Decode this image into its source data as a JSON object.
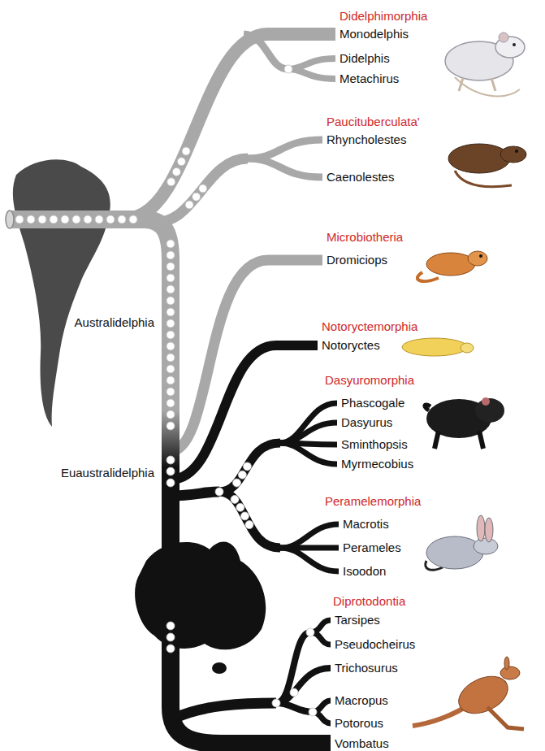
{
  "diagram": {
    "labels": [
      "Didelphimorphia",
      "Monodelphis",
      "Didelphis",
      "Metachirus",
      "Paucituberculata'",
      "Rhyncholestes",
      "Caenolestes",
      "Microbiotheria",
      "Dromiciops",
      "Australidelphia",
      "Notoryctemorphia",
      "Notoryctes",
      "Dasyuromorphia",
      "Phascogale",
      "Dasyurus",
      "Sminthopsis",
      "Myrmecobius",
      "Euaustralidelphia",
      "Peramelemorphia",
      "Macrotis",
      "Perameles",
      "Isoodon",
      "Diprotodontia",
      "Tarsipes",
      "Pseudocheirus",
      "Trichosurus",
      "Macropus",
      "Potorous",
      "Vombatus"
    ]
  }
}
